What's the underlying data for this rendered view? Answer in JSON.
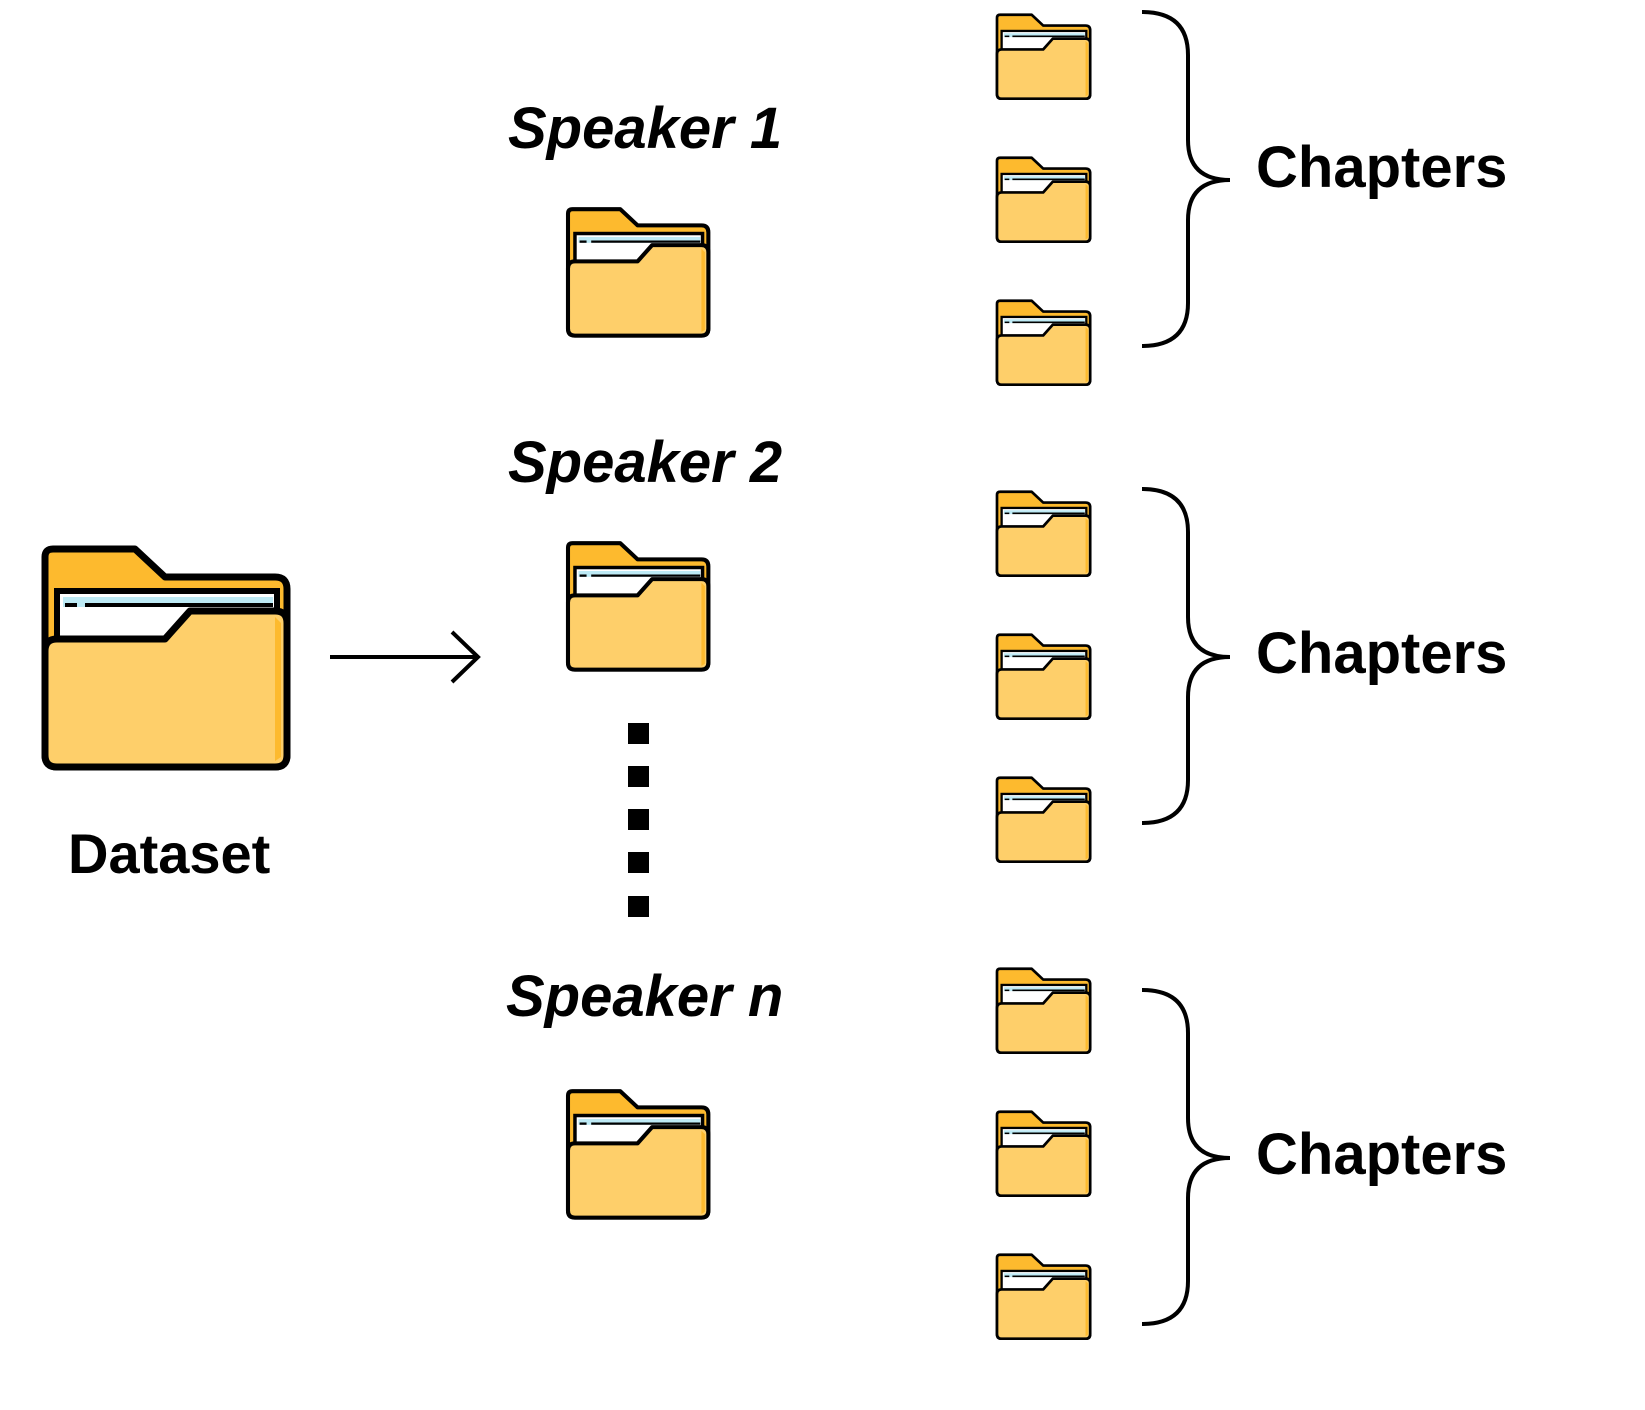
{
  "dataset": {
    "label": "Dataset",
    "icon": "folder-icon"
  },
  "speakers": [
    {
      "label": "Speaker 1",
      "icon": "folder-icon",
      "chapters_label": "Chapters",
      "chapter_count": 3
    },
    {
      "label": "Speaker 2",
      "icon": "folder-icon",
      "chapters_label": "Chapters",
      "chapter_count": 3
    },
    {
      "label": "Speaker n",
      "icon": "folder-icon",
      "chapters_label": "Chapters",
      "chapter_count": 3
    }
  ],
  "colors": {
    "folder_body": "#FECF6A",
    "folder_back": "#FDBA2E",
    "paper": "#FFFFFF",
    "paper_edge": "#BDEAF5",
    "outline": "#000000"
  }
}
